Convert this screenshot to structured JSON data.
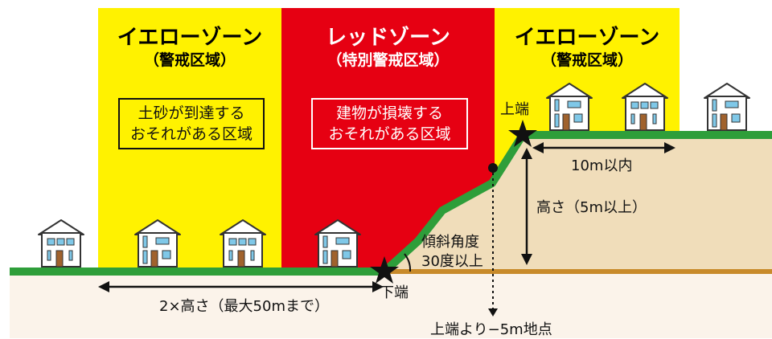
{
  "zones": {
    "yellow_left": {
      "title": "イエローゾーン",
      "subtitle": "（警戒区域）",
      "box_line1": "土砂が到達する",
      "box_line2": "おそれがある区域"
    },
    "red": {
      "title": "レッドゾーン",
      "subtitle": "（特別警戒区域）",
      "box_line1": "建物が損壊する",
      "box_line2": "おそれがある区域"
    },
    "yellow_right": {
      "title": "イエローゾーン",
      "subtitle": "（警戒区域）"
    }
  },
  "labels": {
    "top_edge": "上端",
    "bottom_edge": "下端",
    "within_10m": "10m以内",
    "height": "高さ（5m以上）",
    "slope_angle_line1": "傾斜角度",
    "slope_angle_line2": "30度以上",
    "base_distance": "2×高さ（最大50mまで）",
    "minus_5m_point": "上端より−5m地点"
  },
  "colors": {
    "yellow": "#FFF200",
    "red": "#E60012",
    "ground_green": "#2E9E3A",
    "soil": "#F0DDBA",
    "soil_base": "#C88A2A"
  }
}
